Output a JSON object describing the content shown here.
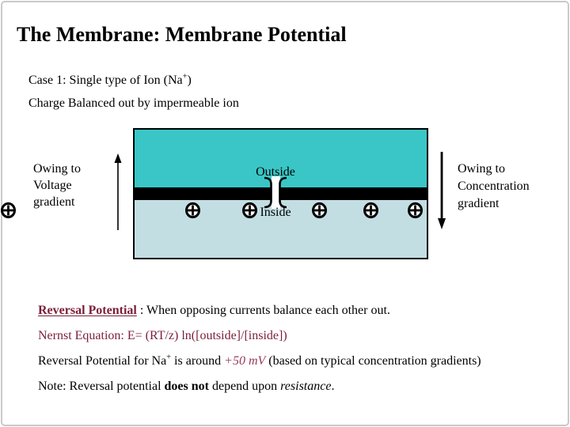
{
  "slide": {
    "title": "The Membrane: Membrane Potential",
    "case_line": {
      "text": "Case 1: Single type of Ion (Na",
      "sup": "+",
      "close": ")"
    },
    "balance_line": "Charge Balanced out by impermeable ion"
  },
  "diagram": {
    "outside_label": "Outside",
    "inside_label": "Inside",
    "left_caption": {
      "line1": "Owing to",
      "line2": "Voltage",
      "line3": "gradient"
    },
    "right_caption": {
      "line1": "Owing to",
      "line2": "Concentration",
      "line3": "gradient"
    },
    "ion_symbol": "circled-plus",
    "ion_count": 6,
    "colors": {
      "outside_fill": "#3ac6c6",
      "inside_fill": "#c2dee3",
      "membrane_fill": "#000000"
    }
  },
  "notes": {
    "reversal": {
      "term": "Reversal Potential",
      "rest": " : When opposing currents balance each other out."
    },
    "nernst": "Nernst Equation: E= (RT/z) ln([outside]/[inside])",
    "reversal_na": {
      "prefix": "Reversal Potential for Na",
      "sup": "+",
      "mid": " is around ",
      "value": "+50 mV",
      "suffix": " (based on typical concentration gradients)"
    },
    "note": {
      "prefix": "Note: Reversal potential ",
      "bold": "does not",
      "mid": " depend upon ",
      "italic": "resistance",
      "suffix": "."
    }
  },
  "colors": {
    "accent_maroon": "#7b1f38",
    "value_accent": "#96395c",
    "text": "#000000",
    "slide_border": "#c9c9c9"
  }
}
